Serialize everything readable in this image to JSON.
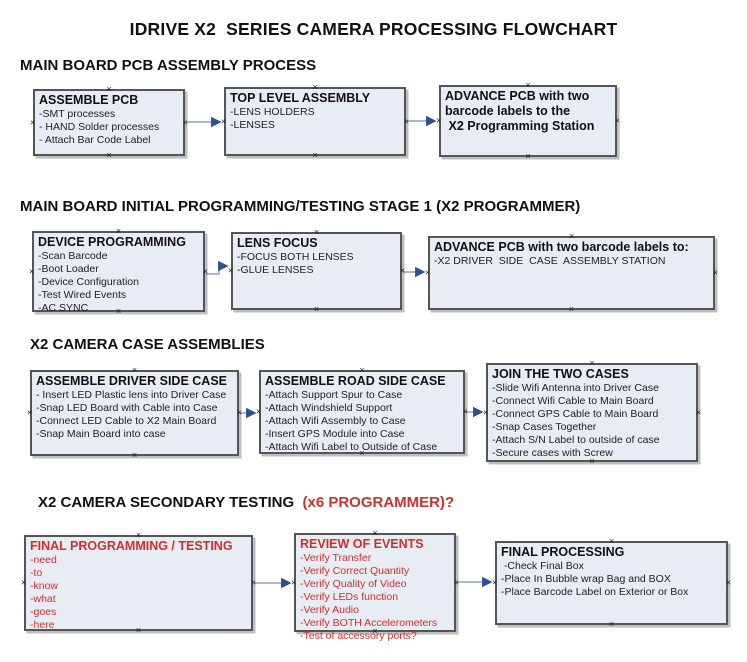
{
  "title": "IDRIVE X2  SERIES CAMERA PROCESSING FLOWCHART",
  "colors": {
    "box_fill": "#e8ecf5",
    "box_border": "#555555",
    "arrow_line": "#8ba1c0",
    "arrow_head": "#2f4f8f",
    "red": "#c93230"
  },
  "sections": [
    {
      "heading": "MAIN BOARD PCB ASSEMBLY PROCESS",
      "boxes": [
        {
          "title": "ASSEMBLE PCB",
          "items": [
            "-SMT processes",
            "- HAND Solder processes",
            "- Attach Bar Code Label"
          ]
        },
        {
          "title": "TOP LEVEL ASSEMBLY",
          "items": [
            "-LENS HOLDERS",
            "-LENSES"
          ]
        },
        {
          "title": "ADVANCE PCB with two\nbarcode labels to the\n X2 Programming Station",
          "items": []
        }
      ]
    },
    {
      "heading": "MAIN BOARD INITIAL PROGRAMMING/TESTING STAGE 1 (X2 PROGRAMMER)",
      "boxes": [
        {
          "title": "DEVICE PROGRAMMING",
          "items": [
            "-Scan Barcode",
            "-Boot Loader",
            "-Device Configuration",
            "-Test Wired Events",
            "-AC SYNC"
          ]
        },
        {
          "title": "LENS FOCUS",
          "items": [
            "-FOCUS BOTH LENSES",
            "-GLUE LENSES"
          ]
        },
        {
          "title": "ADVANCE PCB with two barcode labels to:",
          "items": [
            "-X2 DRIVER  SIDE  CASE  ASSEMBLY STATION"
          ]
        }
      ]
    },
    {
      "heading": "X2 CAMERA CASE ASSEMBLIES",
      "boxes": [
        {
          "title": "ASSEMBLE DRIVER SIDE CASE",
          "items": [
            "- Insert LED Plastic lens into Driver Case",
            "-Snap LED Board with Cable into Case",
            "-Connect LED Cable to X2 Main Board",
            "-Snap Main Board into case"
          ]
        },
        {
          "title": "ASSEMBLE ROAD SIDE CASE",
          "items": [
            "-Attach Support Spur to Case",
            "-Attach Windshield Support",
            "-Attach Wifi Assembly to Case",
            "-Insert GPS Module into Case",
            "-Attach Wifi Label to Outside of Case"
          ]
        },
        {
          "title": "JOIN THE TWO CASES",
          "items": [
            "-Slide Wifi Antenna into Driver Case",
            "-Connect Wifi Cable to Main Board",
            "-Connect GPS Cable to Main Board",
            "-Snap Cases Together",
            "-Attach S/N Label to outside of case",
            "-Secure cases with Screw"
          ]
        }
      ]
    },
    {
      "heading": "X2 CAMERA SECONDARY TESTING ",
      "heading_red": " (x6 PROGRAMMER)?",
      "boxes": [
        {
          "title": "FINAL PROGRAMMING / TESTING",
          "items": [
            "-need",
            "-to",
            "-know",
            "-what",
            "-goes",
            "-here"
          ]
        },
        {
          "title": "REVIEW OF EVENTS",
          "items": [
            "-Verify Transfer",
            "-Verify Correct Quantity",
            "-Verify Quality of Video",
            "-Verify LEDs function",
            "-Verify Audio",
            "-Verify BOTH Accelerometers",
            "-Test of accessory ports?"
          ]
        },
        {
          "title": "FINAL PROCESSING",
          "items": [
            " -Check Final Box",
            "-Place In Bubble wrap Bag and BOX",
            "-Place Barcode Label on Exterior or Box"
          ]
        }
      ]
    }
  ]
}
